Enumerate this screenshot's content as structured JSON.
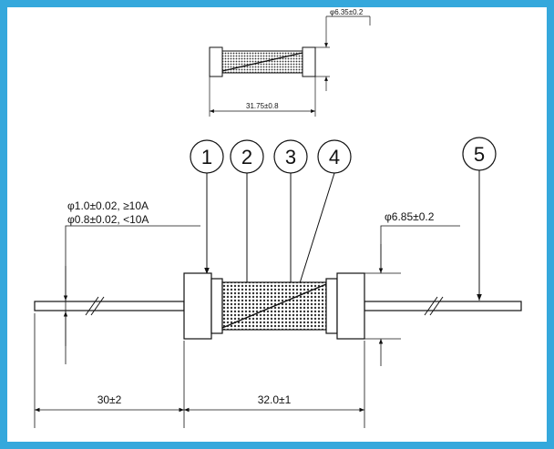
{
  "top_view": {
    "diameter_label": "φ6.35±0.2",
    "length_label": "31.75±0.8"
  },
  "callouts": [
    "1",
    "2",
    "3",
    "4",
    "5"
  ],
  "lead_spec": {
    "line1": "φ1.0±0.02, ≥10A",
    "line2": "φ0.8±0.02, <10A"
  },
  "body_diameter_label": "φ6.85±0.2",
  "lead_length_label": "30±2",
  "body_length_label": "32.0±1",
  "colors": {
    "frame": "#35a8dc",
    "background": "#ffffff",
    "ink": "#111111"
  }
}
